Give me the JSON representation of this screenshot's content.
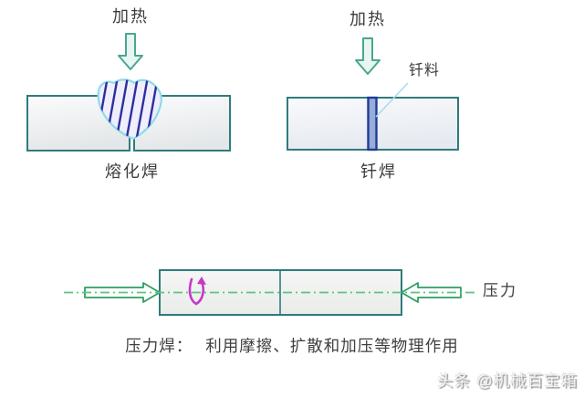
{
  "diagrams": {
    "fusion": {
      "heat_label": "加热",
      "caption": "熔化焊"
    },
    "brazing": {
      "heat_label": "加热",
      "filler_label": "钎料",
      "caption": "钎焊"
    },
    "pressure": {
      "force_label": "压力",
      "caption_title": "压力焊：",
      "caption_body": "利用摩擦、扩散和加压等物理作用"
    }
  },
  "watermark": {
    "text": "头条 @机械百宝箱"
  },
  "colors": {
    "plate_border": "#2f7b7d",
    "plate_fill_top": "#fafafb",
    "plate_fill_bottom": "#e4e7e9",
    "heat_arrow_outline": "#4aa691",
    "heat_arrow_fill": "#e8f5f0",
    "weld_pool_outline": "#8fdbe9",
    "weld_pool_fill": "#efeefa",
    "hatch_line": "#2d2f9e",
    "filler_strip_border": "#1e3c96",
    "filler_strip_fill": "#98acd8",
    "leader_line": "#a9dcec",
    "centerline_green": "#5cc47e",
    "pressure_arrow_outline": "#2f9e63",
    "rotation_symbol": "#c838c8",
    "text": "#3c3c3c",
    "watermark_gray": "#8f8f8f"
  }
}
